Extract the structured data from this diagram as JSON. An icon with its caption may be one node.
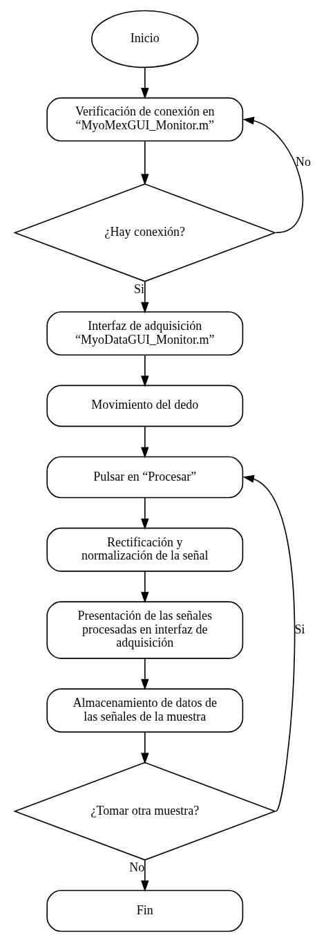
{
  "diagram": {
    "nodes": [
      {
        "text": [
          "Inicio"
        ]
      },
      {
        "text": [
          "Verificación de conexión en “MyoMexGUI_Monitor.m”"
        ]
      },
      {
        "text": [
          "¿Hay conexión?"
        ]
      },
      {
        "text": [
          "Interfaz de adquisición “MyoDataGUI_Monitor.m”"
        ]
      },
      {
        "text": [
          "Movimiento del dedo"
        ]
      },
      {
        "text": [
          "Pulsar en “Procesar”"
        ]
      },
      {
        "text": [
          "Rectificación y normalización de la señal"
        ]
      },
      {
        "text": [
          "Presentación de las señales procesadas en interfaz de adquisición"
        ]
      },
      {
        "text": [
          "Almacenamiento de datos de las señales de la muestra"
        ]
      },
      {
        "text": [
          "¿Tomar otra muestra?"
        ]
      },
      {
        "text": [
          "Fin"
        ]
      }
    ],
    "edges": [
      {
        "from": 0,
        "to": 1,
        "arrow": "to"
      },
      {
        "from": 1,
        "to": 2,
        "arrow": "to"
      },
      {
        "from": 2,
        "to": 3,
        "arrow": "to",
        "label": "Si"
      },
      {
        "from": 2,
        "to": 1,
        "arrow": "to",
        "label": "No"
      },
      {
        "from": 3,
        "to": 4,
        "arrow": "to"
      },
      {
        "from": 4,
        "to": 5,
        "arrow": "to"
      },
      {
        "from": 5,
        "to": 6,
        "arrow": "to"
      },
      {
        "from": 6,
        "to": 7,
        "arrow": "to"
      },
      {
        "from": 7,
        "to": 8,
        "arrow": "to"
      },
      {
        "from": 8,
        "to": 9,
        "arrow": "to"
      },
      {
        "from": 9,
        "to": 5,
        "arrow": "to",
        "label": "Si"
      },
      {
        "from": 9,
        "to": 10,
        "arrow": "to",
        "label": "No"
      }
    ]
  }
}
